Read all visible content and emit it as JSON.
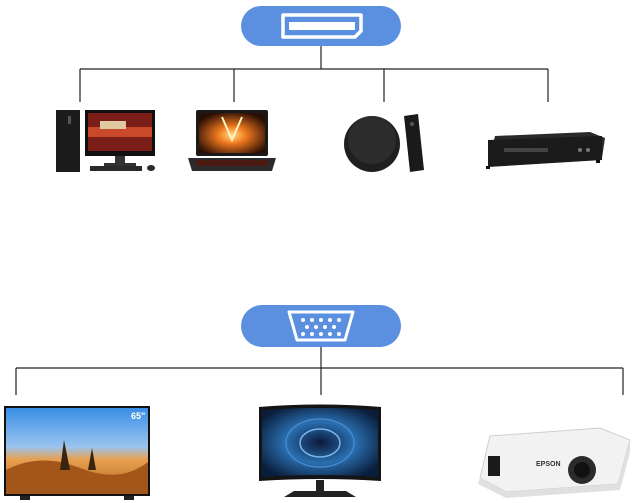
{
  "diagram": {
    "top_group": {
      "port": {
        "icon": "displayport-icon",
        "color": "#5b8fe0"
      },
      "devices": [
        {
          "name": "desktop-pc",
          "icon": "desktop-pc-icon"
        },
        {
          "name": "gaming-laptop",
          "icon": "laptop-icon"
        },
        {
          "name": "tv-box",
          "icon": "tv-box-icon"
        },
        {
          "name": "dvd-player",
          "icon": "dvd-player-icon"
        }
      ]
    },
    "bottom_group": {
      "port": {
        "icon": "vga-port-icon",
        "color": "#5b8fe0"
      },
      "devices": [
        {
          "name": "television",
          "icon": "television-icon",
          "badge": "65\""
        },
        {
          "name": "curved-monitor",
          "icon": "monitor-icon"
        },
        {
          "name": "projector",
          "icon": "projector-icon",
          "brand": "EPSON"
        }
      ]
    }
  }
}
